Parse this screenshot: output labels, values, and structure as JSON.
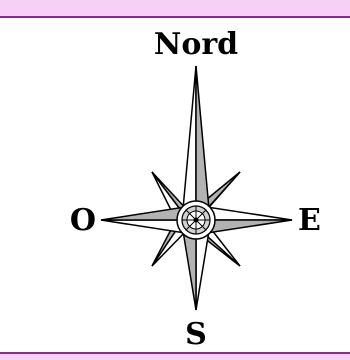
{
  "colors": {
    "band_fill": "#f7d0f7",
    "band_border": "#8a2a8a",
    "star_outline": "#000000",
    "star_light": "#ffffff",
    "star_shade": "#b3b3b3"
  },
  "compass": {
    "north_label": "Nord",
    "east_label": "E",
    "south_label": "S",
    "west_label": "O"
  }
}
